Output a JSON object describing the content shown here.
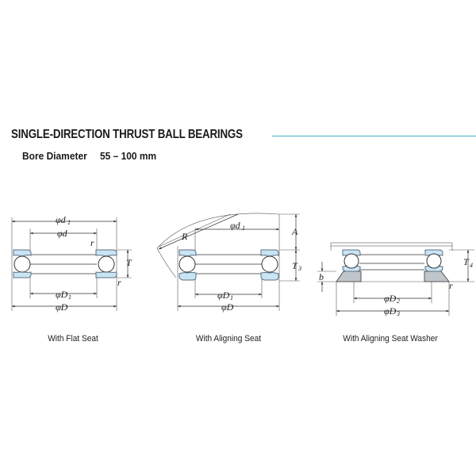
{
  "header": {
    "title": "SINGLE-DIRECTION THRUST BALL BEARINGS",
    "subtitle_label": "Bore Diameter",
    "subtitle_value": "55 – 100 mm",
    "accent_color": "#3fb4c8"
  },
  "colors": {
    "washer_fill": "#c9e4f5",
    "washer_stroke": "#5c6f80",
    "ball_fill": "#ffffff",
    "seat_fill": "#bfc5cb",
    "line": "#333333"
  },
  "figures": [
    {
      "caption": "With Flat Seat",
      "labels": {
        "d1": "φd",
        "d1_sub": "1",
        "d": "φd",
        "r_top": "r",
        "T": "T",
        "r_side": "r",
        "D1": "φD",
        "D1_sub": "1",
        "D": "φD"
      }
    },
    {
      "caption": "With Aligning Seat",
      "labels": {
        "d1": "φd",
        "d1_sub": "1",
        "R": "R",
        "A": "A",
        "T": "T",
        "T_sub": "3",
        "D1": "φD",
        "D1_sub": "1",
        "D": "φD"
      }
    },
    {
      "caption": "With Aligning Seat Washer",
      "labels": {
        "T": "T",
        "T_sub": "4",
        "b": "b",
        "r_side": "r",
        "D2": "φD",
        "D2_sub": "2",
        "D3": "φD",
        "D3_sub": "3"
      }
    }
  ]
}
